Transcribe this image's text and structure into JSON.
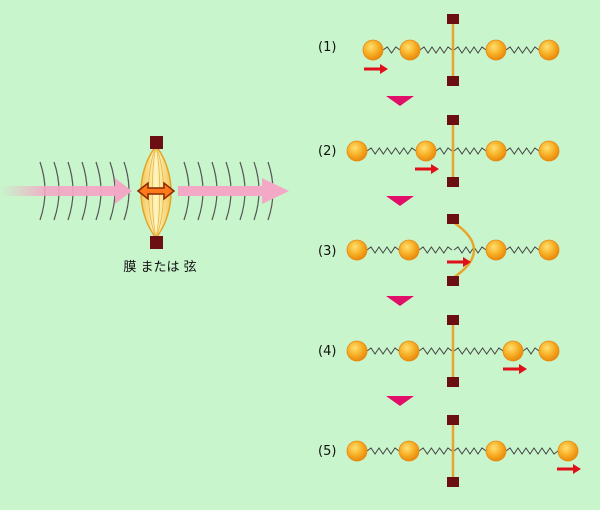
{
  "membrane_label": "膜 または 弦",
  "steps": [
    {
      "label": "(1)"
    },
    {
      "label": "(2)"
    },
    {
      "label": "(3)"
    },
    {
      "label": "(4)"
    },
    {
      "label": "(5)"
    }
  ],
  "icons": {
    "ball": "orange-sphere",
    "spring": "zigzag-spring",
    "rod": "vertical-rod",
    "anchor": "dark-red-square",
    "push": "red-arrow",
    "next": "magenta-down-triangle",
    "wave": "arc-wavefront",
    "flow": "pink-arrow"
  },
  "colors": {
    "background": "#c9f5cc",
    "ball": "#f59a17",
    "ball_highlight": "#ffd34d",
    "rod": "#e7a52a",
    "anchor": "#6b0f12",
    "spring": "#444444",
    "push_arrow": "#e0101a",
    "step_arrow": "#e0106a",
    "flow_arrow": "#f3a8c6",
    "wave": "#555555"
  }
}
